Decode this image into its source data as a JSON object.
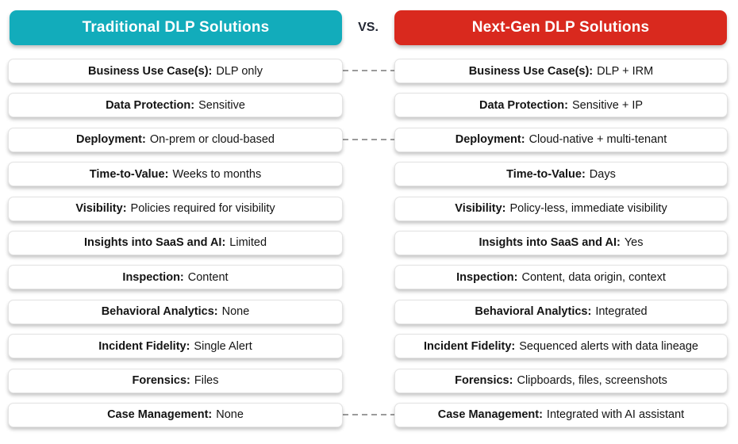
{
  "vs_label": "VS.",
  "colors": {
    "traditional_header": "#12ACBB",
    "nextgen_header": "#D9291E",
    "connector": "#9b9b9b",
    "row_text": "#141414"
  },
  "columns": {
    "left": {
      "title": "Traditional DLP Solutions",
      "rows": [
        {
          "label": "Business Use Case(s):",
          "value": "DLP only"
        },
        {
          "label": "Data Protection:",
          "value": "Sensitive"
        },
        {
          "label": "Deployment:",
          "value": "On-prem or cloud-based"
        },
        {
          "label": "Time-to-Value:",
          "value": "Weeks to months"
        },
        {
          "label": "Visibility:",
          "value": "Policies required for visibility"
        },
        {
          "label": "Insights into SaaS and AI:",
          "value": "Limited"
        },
        {
          "label": "Inspection:",
          "value": "Content"
        },
        {
          "label": "Behavioral Analytics:",
          "value": "None"
        },
        {
          "label": "Incident Fidelity:",
          "value": "Single Alert"
        },
        {
          "label": "Forensics:",
          "value": "Files"
        },
        {
          "label": "Case Management:",
          "value": "None"
        }
      ]
    },
    "right": {
      "title": "Next-Gen DLP Solutions",
      "rows": [
        {
          "label": "Business Use Case(s):",
          "value": "DLP + IRM"
        },
        {
          "label": "Data Protection:",
          "value": "Sensitive + IP"
        },
        {
          "label": "Deployment:",
          "value": "Cloud-native + multi-tenant"
        },
        {
          "label": "Time-to-Value:",
          "value": "Days"
        },
        {
          "label": "Visibility:",
          "value": "Policy-less, immediate visibility"
        },
        {
          "label": "Insights into SaaS and AI:",
          "value": "Yes"
        },
        {
          "label": "Inspection:",
          "value": "Content, data origin, context"
        },
        {
          "label": "Behavioral Analytics:",
          "value": "Integrated"
        },
        {
          "label": "Incident Fidelity:",
          "value": "Sequenced alerts with data lineage"
        },
        {
          "label": "Forensics:",
          "value": "Clipboards, files, screenshots"
        },
        {
          "label": "Case Management:",
          "value": "Integrated with AI assistant"
        }
      ]
    }
  },
  "connectors": {
    "linked_row_numbers": [
      1,
      3,
      11
    ]
  }
}
